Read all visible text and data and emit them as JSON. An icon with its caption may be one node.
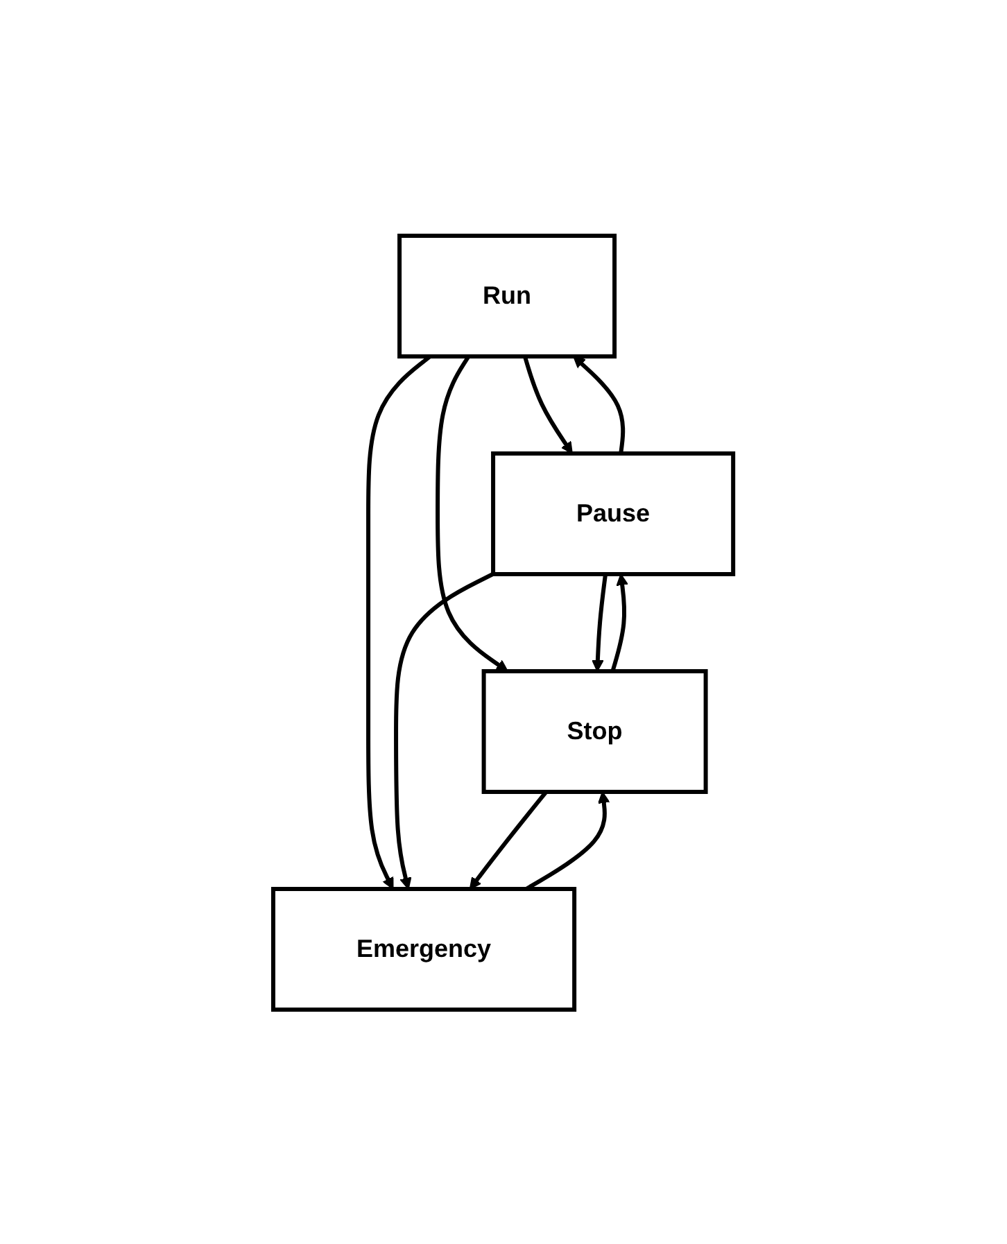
{
  "diagram": {
    "nodes": [
      {
        "text": [
          "Run"
        ]
      },
      {
        "text": [
          "Pause"
        ]
      },
      {
        "text": [
          "Stop"
        ]
      },
      {
        "text": [
          "Emergency"
        ]
      }
    ],
    "edges": [
      {
        "from": 1,
        "to": 0,
        "arrow": "to"
      },
      {
        "from": 2,
        "to": 1,
        "arrow": "to"
      },
      {
        "from": 3,
        "to": 2,
        "arrow": "to"
      },
      {
        "from": 0,
        "to": 1,
        "arrow": "to"
      },
      {
        "from": 0,
        "to": 2,
        "arrow": "to"
      },
      {
        "from": 0,
        "to": 3,
        "arrow": "to"
      },
      {
        "from": 1,
        "to": 2,
        "arrow": "to"
      },
      {
        "from": 1,
        "to": 3,
        "arrow": "to"
      },
      {
        "from": 2,
        "to": 3,
        "arrow": "to"
      }
    ]
  }
}
